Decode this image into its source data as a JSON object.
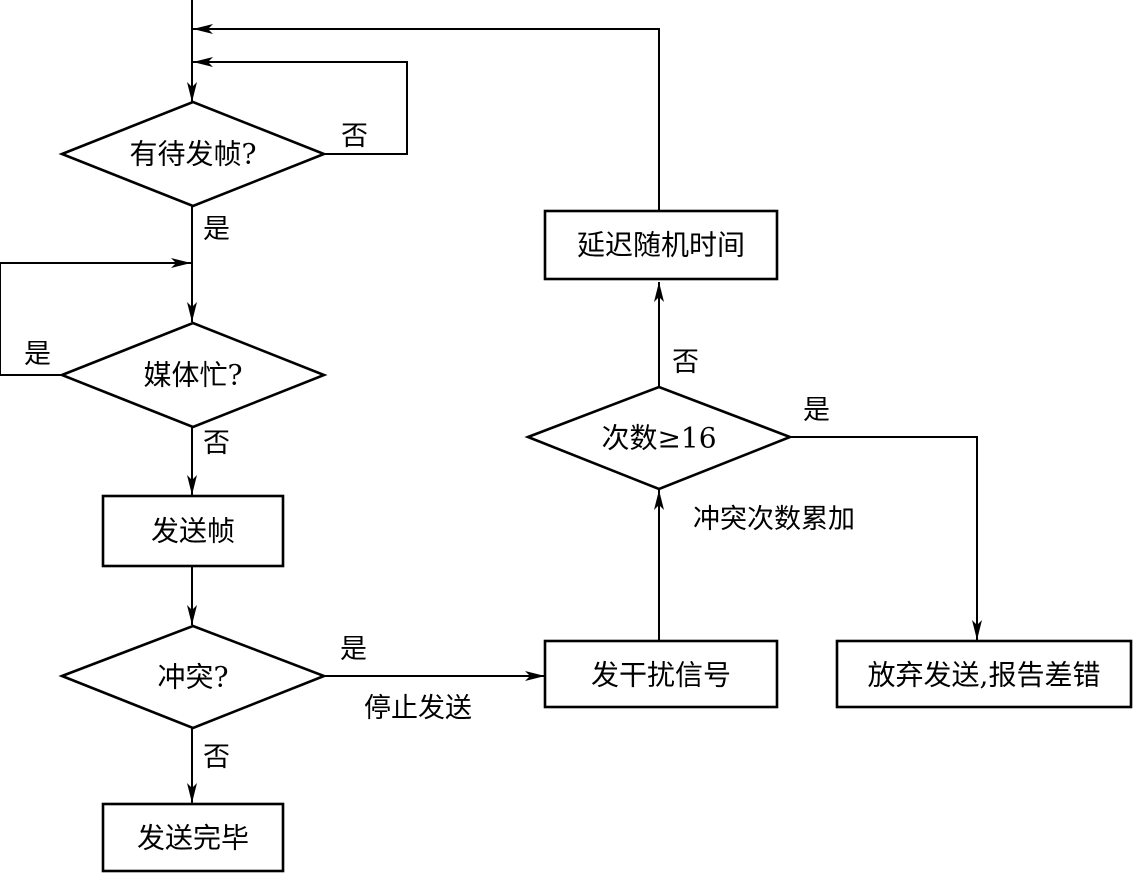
{
  "nodes": {
    "has_frame": "有待发帧?",
    "media_busy": "媒体忙?",
    "send_frame": "发送帧",
    "collision": "冲突?",
    "send_done": "发送完毕",
    "send_jam": "发干扰信号",
    "count_check": "次数≥16",
    "random_delay": "延迟随机时间",
    "give_up": "放弃发送,报告差错"
  },
  "edge_labels": {
    "has_frame_no": "否",
    "has_frame_yes": "是",
    "media_busy_yes": "是",
    "media_busy_no": "否",
    "collision_yes": "是",
    "stop_sending": "停止发送",
    "collision_no": "否",
    "count_no": "否",
    "count_yes": "是",
    "collision_count_add": "冲突次数累加"
  }
}
